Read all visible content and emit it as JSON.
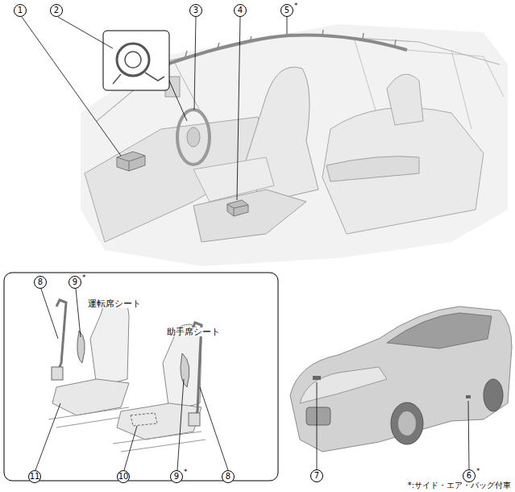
{
  "diagram": {
    "labels": [
      "1",
      "2",
      "3",
      "4",
      "5",
      "*",
      "8",
      "9",
      "*",
      "運転席シート",
      "助手席シート",
      "11",
      "10",
      "9",
      "*",
      "8",
      "7",
      "6",
      "*",
      "*:サイド・エア・バッグ付車"
    ]
  }
}
